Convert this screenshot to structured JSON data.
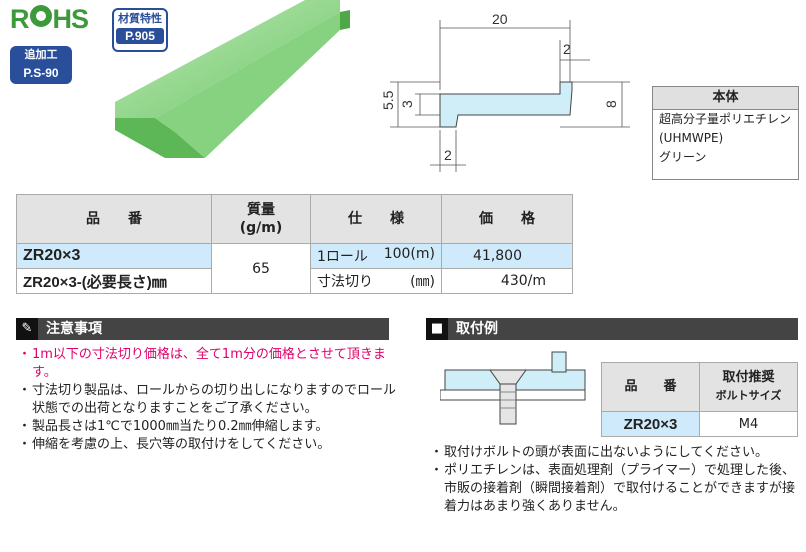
{
  "badges": {
    "rohs_r": "R",
    "rohs_hs": "HS",
    "material_label": "材質特性",
    "material_page": "P.905",
    "addwork_label": "追加工",
    "addwork_page": "P.S-90"
  },
  "dimensions": {
    "width": "20",
    "tip": "2",
    "thickness": "3",
    "height_inner": "5.5",
    "height_total": "8",
    "bottom": "2"
  },
  "material_box": {
    "header": "本体",
    "lines": [
      "超高分子量ポリエチレン",
      "(UHMWPE)",
      "グリーン"
    ]
  },
  "spec_table": {
    "headers": [
      "品　　番",
      "質量\n(g/m)",
      "仕　　様",
      "価　　格"
    ],
    "rows": [
      {
        "part": "ZR20×3",
        "mass": "65",
        "spec_a": "1ロール",
        "spec_b": "100(m)",
        "price": "41,800"
      },
      {
        "part": "ZR20×3-(必要長さ)㎜",
        "spec_a": "寸法切り",
        "spec_b": "(㎜)",
        "price": "430/m"
      }
    ]
  },
  "caution": {
    "title": "注意事項",
    "icon": "pen-icon",
    "items": [
      "1m以下の寸法切り価格は、全て1m分の価格とさせて頂きます。",
      "寸法切り製品は、ロールからの切り出しになりますのでロール状態での出荷となりますことをご了承ください。",
      "製品長さは1℃で1000㎜当たり0.2㎜伸縮します。",
      "伸縮を考慮の上、長穴等の取付けをしてください。"
    ]
  },
  "mount": {
    "title": "取付例",
    "table_headers": [
      "品　　番",
      "取付推奨",
      "ボルトサイズ"
    ],
    "row": {
      "part": "ZR20×3",
      "bolt": "M4"
    },
    "items": [
      "取付けボルトの頭が表面に出ないようにしてください。",
      "ポリエチレンは、表面処理剤（プライマー）で処理した後、市販の接着剤（瞬間接着剤）で取付けることができますが接着力はあまり強くありません。"
    ]
  },
  "colors": {
    "accent_blue": "#2a4f9a",
    "rohs_green": "#3d9a3a",
    "product_green": "#7fd07a",
    "note_red": "#e0006a",
    "cell_blue": "#cfeafa"
  }
}
